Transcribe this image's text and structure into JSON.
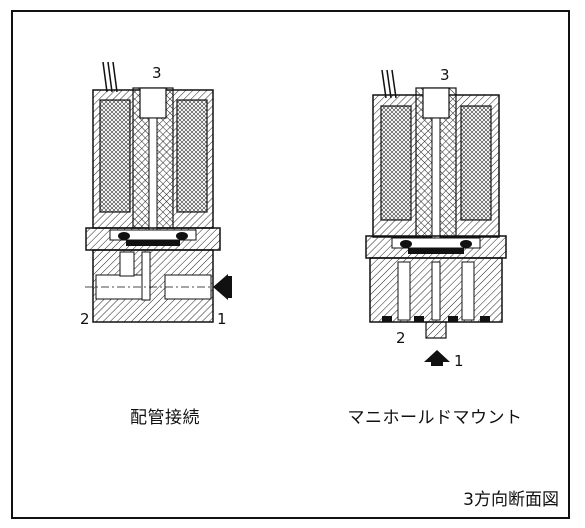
{
  "figure": {
    "title": "3方向断面図",
    "left": {
      "caption": "配管接続",
      "ports": {
        "p1": "1",
        "p2": "2",
        "p3": "3"
      }
    },
    "right": {
      "caption": "マニホールドマウント",
      "ports": {
        "p1": "1",
        "p2": "2",
        "p3": "3"
      }
    }
  }
}
